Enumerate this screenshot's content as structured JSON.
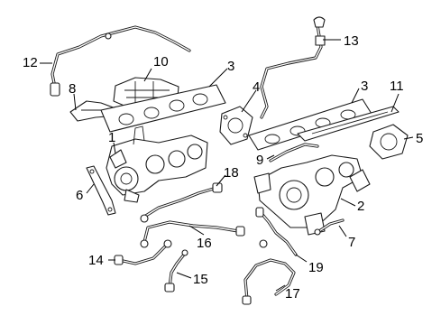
{
  "diagram": {
    "callouts": [
      {
        "id": "1",
        "label": "1"
      },
      {
        "id": "2",
        "label": "2"
      },
      {
        "id": "3a",
        "label": "3"
      },
      {
        "id": "3b",
        "label": "3"
      },
      {
        "id": "4",
        "label": "4"
      },
      {
        "id": "5",
        "label": "5"
      },
      {
        "id": "6",
        "label": "6"
      },
      {
        "id": "7",
        "label": "7"
      },
      {
        "id": "8",
        "label": "8"
      },
      {
        "id": "9",
        "label": "9"
      },
      {
        "id": "10",
        "label": "10"
      },
      {
        "id": "11",
        "label": "11"
      },
      {
        "id": "12",
        "label": "12"
      },
      {
        "id": "13",
        "label": "13"
      },
      {
        "id": "14",
        "label": "14"
      },
      {
        "id": "15",
        "label": "15"
      },
      {
        "id": "16",
        "label": "16"
      },
      {
        "id": "17",
        "label": "17"
      },
      {
        "id": "18",
        "label": "18"
      },
      {
        "id": "19",
        "label": "19"
      }
    ],
    "colors": {
      "line": "#1a1a1a",
      "background": "#ffffff"
    }
  }
}
